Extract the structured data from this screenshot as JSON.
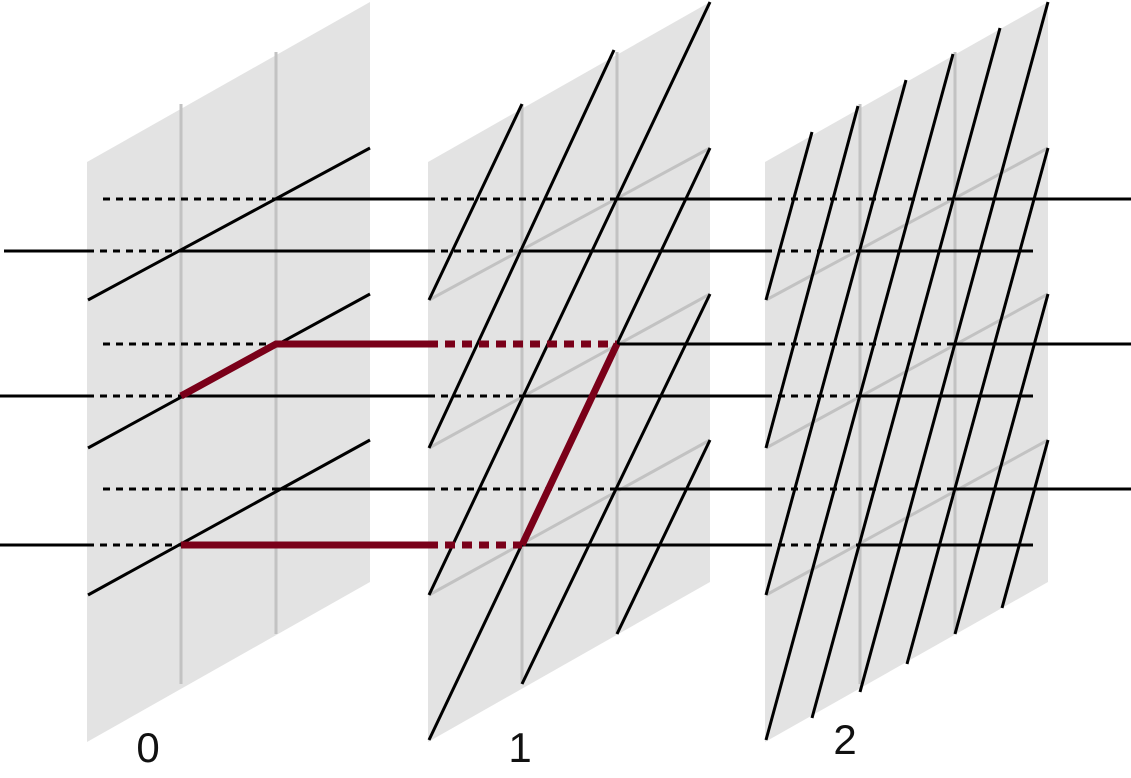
{
  "panels": [
    {
      "label": "0"
    },
    {
      "label": "1"
    },
    {
      "label": "2"
    }
  ],
  "colors": {
    "panel_fill": "#e3e3e3",
    "grid_line": "#c2c2c2",
    "line": "#000000",
    "highlight_path": "#7a0019"
  }
}
